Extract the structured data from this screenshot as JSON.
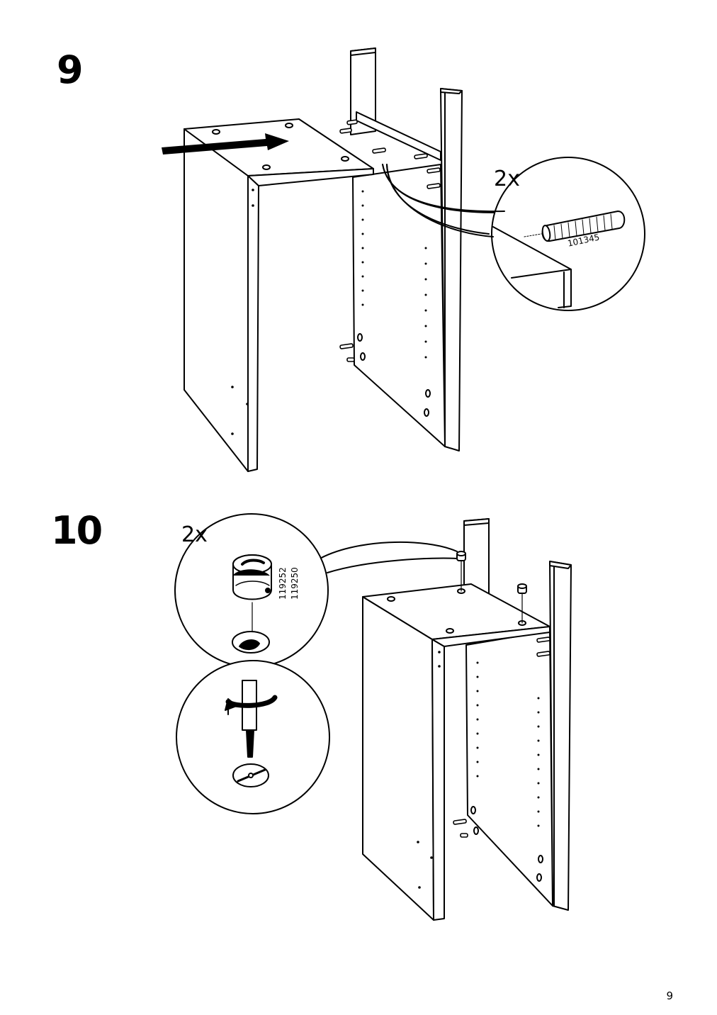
{
  "steps": [
    {
      "number": "9",
      "quantity": "2x",
      "part_numbers": [
        "101345"
      ]
    },
    {
      "number": "10",
      "quantity": "2x",
      "part_numbers": [
        "119252",
        "119250"
      ]
    }
  ],
  "page_number": "9"
}
